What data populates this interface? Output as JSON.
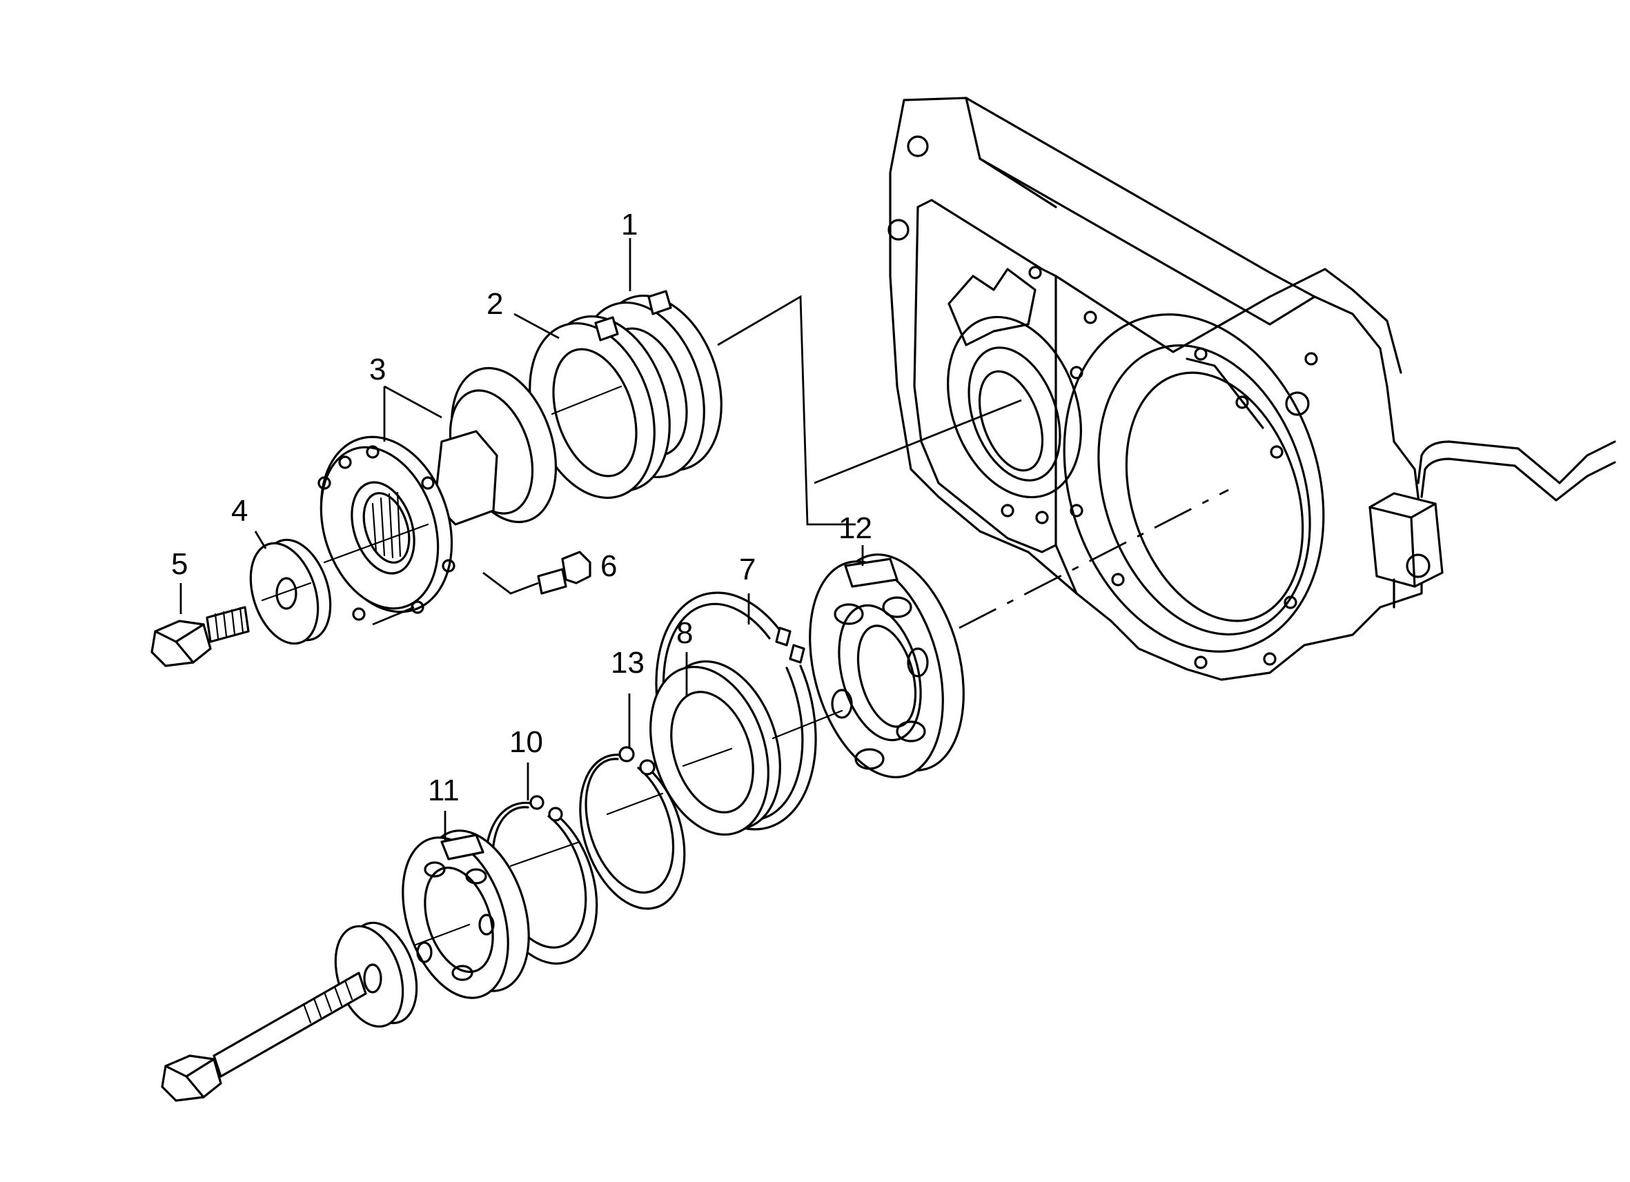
{
  "callouts": [
    {
      "id": "1",
      "text": "1"
    },
    {
      "id": "2",
      "text": "2"
    },
    {
      "id": "3",
      "text": "3"
    },
    {
      "id": "4",
      "text": "4"
    },
    {
      "id": "5",
      "text": "5"
    },
    {
      "id": "6",
      "text": "6"
    },
    {
      "id": "7",
      "text": "7"
    },
    {
      "id": "8",
      "text": "8"
    },
    {
      "id": "10",
      "text": "10"
    },
    {
      "id": "11",
      "text": "11"
    },
    {
      "id": "12",
      "text": "12"
    },
    {
      "id": "13",
      "text": "13"
    }
  ]
}
